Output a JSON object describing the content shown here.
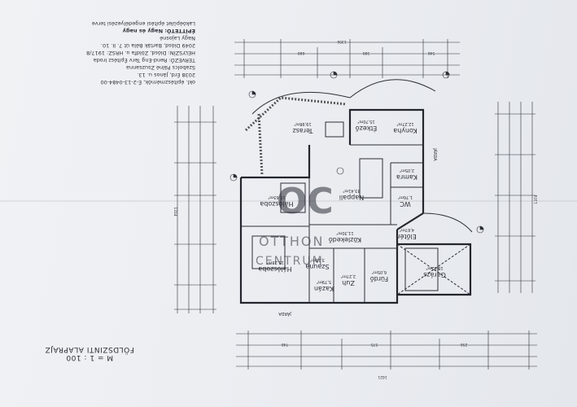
{
  "header": {
    "owner_title": "Lakóépület építési engedélyezési terve",
    "owner_label": "ÉPÍTTETŐ: Nagy és nagy",
    "owner_name": "Nagy Lajosné",
    "owner_addr": "2049 Diósd, Barták Béla út 7. II. 10.",
    "site": "HELYSZÍN: Diósd, Zöldfa u.   HRSZ: 1917/8",
    "designer": "TERVEZŐ: Rend-Eng Terv Építész Iroda",
    "designer_name": "Szabolcs Pálné Zsuzsanna",
    "designer_addr": "2038 Érd, János u. 13.",
    "license": "okl. építészmérnök, É-2-13-0484-00"
  },
  "plan_title": "FÖLDSZINTI ALAPRAJZ",
  "scale": "M = 1 : 100",
  "rooms": [
    {
      "name": "Konyha",
      "area": "12,27m²"
    },
    {
      "name": "Étkező",
      "area": "15,70m²"
    },
    {
      "name": "Terasz",
      "area": "19,98m²"
    },
    {
      "name": "Nappali",
      "area": "33,41m²"
    },
    {
      "name": "Kamra",
      "area": "2,05m²"
    },
    {
      "name": "WC",
      "area": "1,76m²"
    },
    {
      "name": "Hálószoba",
      "area": "15,63m²"
    },
    {
      "name": "Közlekedő",
      "area": "11,30m²"
    },
    {
      "name": "Előtér",
      "area": "4,67m²"
    },
    {
      "name": "Szauna",
      "area": "3,18m²"
    },
    {
      "name": "Hálószoba",
      "area": "15,28m²"
    },
    {
      "name": "Fürdő",
      "area": "6,05m²"
    },
    {
      "name": "Zuh",
      "area": "2,27m²"
    },
    {
      "name": "Kazán",
      "area": "5,79m²"
    },
    {
      "name": "Garázs",
      "area": "18,02m²"
    }
  ],
  "labels": {
    "jarda_bottom": "JÁRDA",
    "jarda_right": "JÁRDA"
  },
  "dims": {
    "top_total": "1356",
    "top_a": "660",
    "top_b": "300",
    "top_c": "546",
    "bottom_total": "1621",
    "bottom_a": "740",
    "bottom_b": "575",
    "bottom_c": "256",
    "left_total": "1314",
    "right_total": "1374"
  },
  "watermark": {
    "logo": "OC",
    "line1": "OTTHON",
    "line2": "CENTRUM"
  },
  "colors": {
    "ink": "#2b2e36",
    "paper": "#eceef2",
    "watermark": "#9aa0aa"
  }
}
